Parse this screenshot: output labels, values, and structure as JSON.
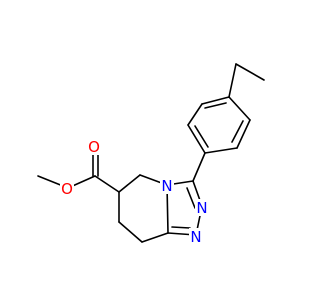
{
  "molecule": {
    "atoms": {
      "ester_O": {
        "text": "O",
        "color": "#ff0000"
      },
      "carbonyl_O": {
        "text": "O",
        "color": "#ff0000"
      },
      "N4": {
        "text": "N",
        "color": "#0000ff"
      },
      "N2": {
        "text": "N",
        "color": "#0000ff"
      },
      "N1": {
        "text": "N",
        "color": "#0000ff"
      }
    },
    "bond_color": "#000000"
  }
}
